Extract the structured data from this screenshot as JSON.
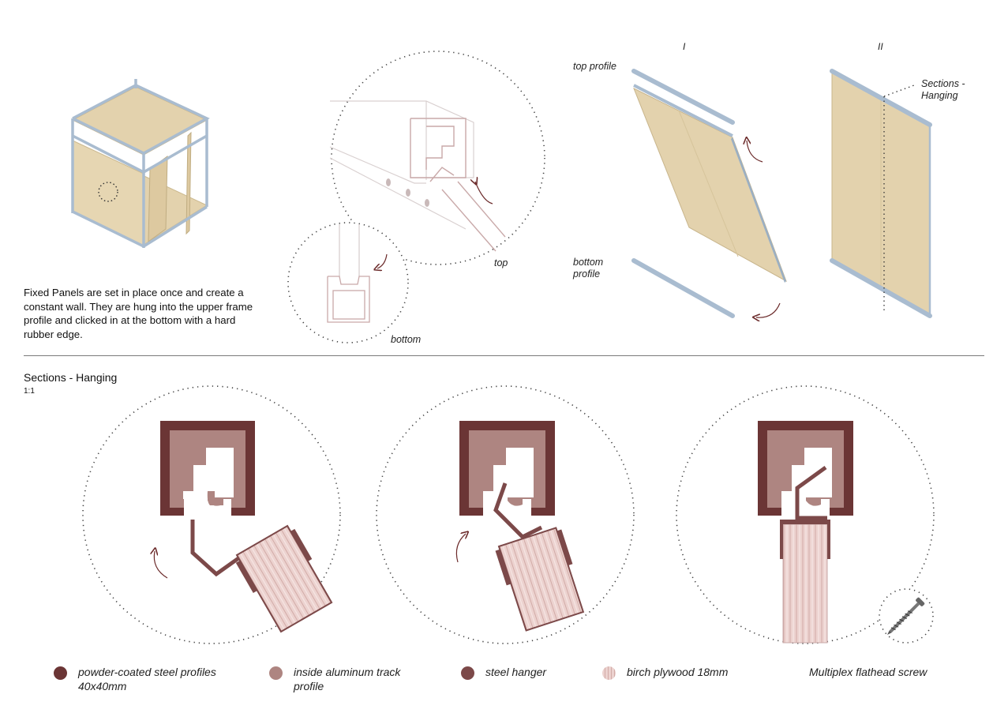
{
  "description": "Fixed Panels are set in place once and create a constant wall. They are hung into the upper frame profile and clicked in at the bottom with a hard rubber edge.",
  "detail_labels": {
    "top": "top",
    "bottom": "bottom"
  },
  "step_labels": {
    "step1": "I",
    "step2": "II"
  },
  "profile_labels": {
    "top_profile": "top profile",
    "bottom_profile": "bottom profile",
    "sections_hanging": "Sections - Hanging"
  },
  "section": {
    "title": "Sections - Hanging",
    "scale": "1:1"
  },
  "legend": [
    {
      "line1": "powder-coated steel profiles",
      "line2": "40x40mm",
      "color": "#6b3535",
      "swatch": "solid"
    },
    {
      "line1": "inside aluminum track",
      "line2": "profile",
      "color": "#ae8581",
      "swatch": "solid"
    },
    {
      "line1": "steel hanger",
      "line2": "",
      "color": "#7c4949",
      "swatch": "solid"
    },
    {
      "line1": "birch plywood 18mm",
      "line2": "",
      "color": "#ecd2cf",
      "swatch": "striped"
    },
    {
      "line1": "Multiplex flathead screw",
      "line2": "",
      "color": "",
      "swatch": "none"
    }
  ],
  "colors": {
    "steel": "#6b3535",
    "aluminum": "#ae8581",
    "hanger": "#7c4949",
    "plywood": "#ecd2cf",
    "frame": "#a9bcd0",
    "wood": "#e3d2ad",
    "arrow": "#6b2a2a"
  }
}
